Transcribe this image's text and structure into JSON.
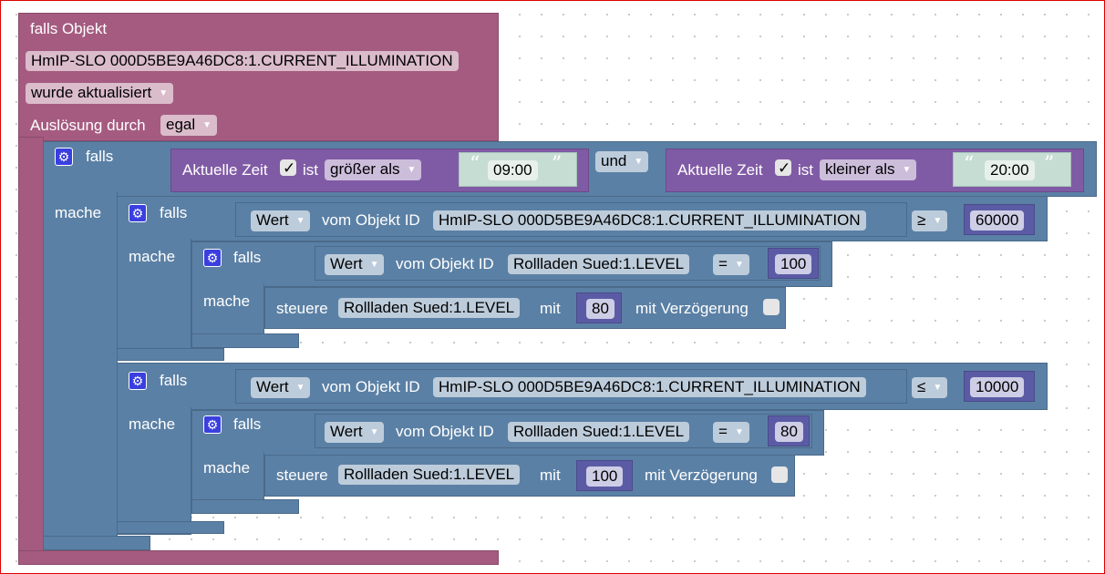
{
  "event": {
    "title": "falls Objekt",
    "object": "HmIP-SLO 000D5BE9A46DC8:1.CURRENT_ILLUMINATION",
    "trigger": "wurde aktualisiert",
    "by_label": "Auslösung durch",
    "by_value": "egal"
  },
  "labels": {
    "if": "falls",
    "do": "mache",
    "current_time": "Aktuelle Zeit",
    "check": "✓",
    "is": "ist",
    "and": "und",
    "value": "Wert",
    "from_object": "vom Objekt ID",
    "control": "steuere",
    "with": "mit",
    "with_delay": "mit Verzögerung",
    "open_quote": "“",
    "close_quote": "”"
  },
  "outer_if": {
    "op1": "größer als",
    "time1": "09:00",
    "op2": "kleiner als",
    "time2": "20:00"
  },
  "if1": {
    "object": "HmIP-SLO 000D5BE9A46DC8:1.CURRENT_ILLUMINATION",
    "op": "≥",
    "value": "60000",
    "nested": {
      "object": "Rollladen Sued:1.LEVEL",
      "op": "=",
      "value": "100",
      "target": "Rollladen Sued:1.LEVEL",
      "set": "80"
    }
  },
  "if2": {
    "object": "HmIP-SLO 000D5BE9A46DC8:1.CURRENT_ILLUMINATION",
    "op": "≤",
    "value": "10000",
    "nested": {
      "object": "Rollladen Sued:1.LEVEL",
      "op": "=",
      "value": "80",
      "target": "Rollladen Sued:1.LEVEL",
      "set": "100"
    }
  },
  "colors": {
    "event": "#a55b80",
    "logic": "#5b80a5",
    "time": "#805ba5",
    "text": "#c6ddd4",
    "number": "#5b5ba5"
  }
}
